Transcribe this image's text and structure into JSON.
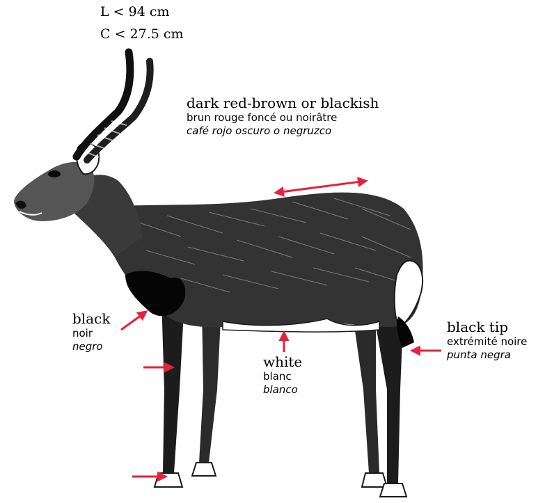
{
  "measurements": {
    "length": "L < 94 cm",
    "circumference": "C < 27.5 cm"
  },
  "annotations": {
    "back": {
      "en": "dark red-brown or blackish",
      "fr": "brun rouge foncé ou noirâtre",
      "es": "café rojo oscuro o negruzco"
    },
    "chest": {
      "en": "black",
      "fr": "noir",
      "es": "negro"
    },
    "belly": {
      "en": "white",
      "fr": "blanc",
      "es": "blanco"
    },
    "tail": {
      "en": "black tip",
      "fr": "extrémité noire",
      "es": "punta negra"
    }
  },
  "colors": {
    "arrow": "#e8203a",
    "ink": "#1a1a1a"
  }
}
